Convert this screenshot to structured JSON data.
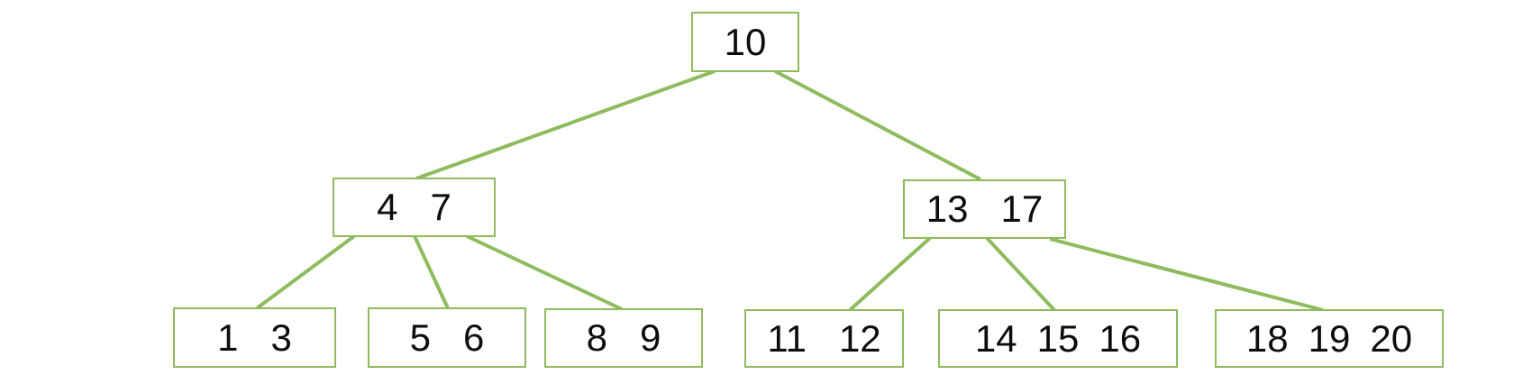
{
  "diagram": {
    "kind": "b-tree",
    "colors": {
      "node_border": "#8fbb5e",
      "edge": "#8fbb5e",
      "node_fill": "#ffffff",
      "text": "#0d0d0d",
      "background": "#ffffff"
    },
    "nodes": [
      {
        "id": "root",
        "level": 0,
        "keys": [
          "10"
        ]
      },
      {
        "id": "n4-7",
        "level": 1,
        "keys": [
          "4",
          "7"
        ]
      },
      {
        "id": "n13-17",
        "level": 1,
        "keys": [
          "13",
          "17"
        ]
      },
      {
        "id": "n1-3",
        "level": 2,
        "keys": [
          "1",
          "3"
        ]
      },
      {
        "id": "n5-6",
        "level": 2,
        "keys": [
          "5",
          "6"
        ]
      },
      {
        "id": "n8-9",
        "level": 2,
        "keys": [
          "8",
          "9"
        ]
      },
      {
        "id": "n11-12",
        "level": 2,
        "keys": [
          "11",
          "12"
        ]
      },
      {
        "id": "n14-15-16",
        "level": 2,
        "keys": [
          "14",
          "15",
          "16"
        ]
      },
      {
        "id": "n18-19-20",
        "level": 2,
        "keys": [
          "18",
          "19",
          "20"
        ]
      }
    ],
    "edges": [
      {
        "from": "root",
        "to": "n4-7"
      },
      {
        "from": "root",
        "to": "n13-17"
      },
      {
        "from": "n4-7",
        "to": "n1-3"
      },
      {
        "from": "n4-7",
        "to": "n5-6"
      },
      {
        "from": "n4-7",
        "to": "n8-9"
      },
      {
        "from": "n13-17",
        "to": "n11-12"
      },
      {
        "from": "n13-17",
        "to": "n14-15-16"
      },
      {
        "from": "n13-17",
        "to": "n18-19-20"
      }
    ]
  }
}
